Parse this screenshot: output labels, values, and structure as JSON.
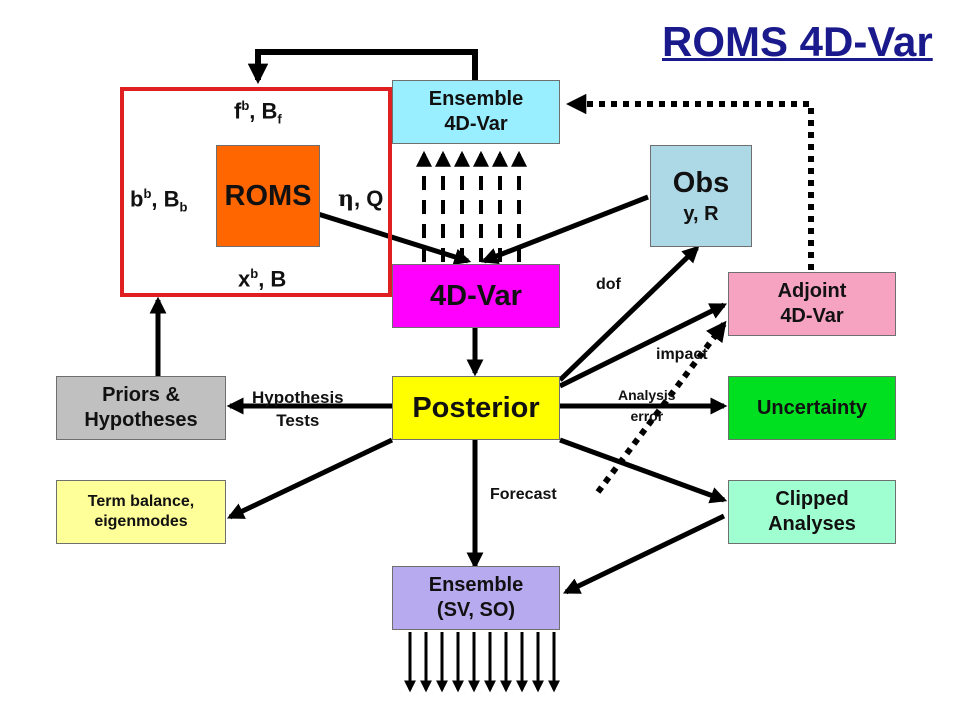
{
  "title": "ROMS 4D-Var",
  "colors": {
    "title": "#1a1a8c",
    "roms": "#ff6600",
    "ensemble_top": "#99eeff",
    "obs": "#add8e6",
    "fourdvar": "#ff00ff",
    "adjoint": "#f5a3c0",
    "priors": "#c0c0c0",
    "posterior": "#ffff00",
    "uncertainty": "#00e020",
    "term_balance": "#ffff99",
    "clipped": "#a0ffd0",
    "ensemble_bottom": "#b8aaee",
    "roms_frame": "#e02020"
  },
  "roms_frame": {
    "top": {
      "base": "f",
      "sup": "b",
      "rest": ", B",
      "sub": "f"
    },
    "left": {
      "base": "b",
      "sup": "b",
      "rest": ", B",
      "sub": "b"
    },
    "right": {
      "symbol": "η",
      "rest": ", Q"
    },
    "bottom": {
      "base": "x",
      "sup": "b",
      "rest": ", B"
    }
  },
  "nodes": {
    "roms": "ROMS",
    "ensemble_top": {
      "line1": "Ensemble",
      "line2": "4D-Var"
    },
    "obs": {
      "line1": "Obs",
      "line2": "y, R"
    },
    "fourdvar": "4D-Var",
    "adjoint": {
      "line1": "Adjoint",
      "line2": "4D-Var"
    },
    "priors": {
      "line1": "Priors &",
      "line2": "Hypotheses"
    },
    "posterior": "Posterior",
    "uncertainty": "Uncertainty",
    "term_balance": {
      "line1": "Term balance,",
      "line2": "eigenmodes"
    },
    "clipped": {
      "line1": "Clipped",
      "line2": "Analyses"
    },
    "ensemble_bottom": {
      "line1": "Ensemble",
      "line2": "(SV, SO)"
    }
  },
  "edge_labels": {
    "hypothesis": {
      "line1": "Hypothesis",
      "line2": "Tests"
    },
    "dof": "dof",
    "impact": "impact",
    "analysis_error": {
      "line1": "Analysis",
      "line2": "error"
    },
    "forecast": "Forecast"
  }
}
